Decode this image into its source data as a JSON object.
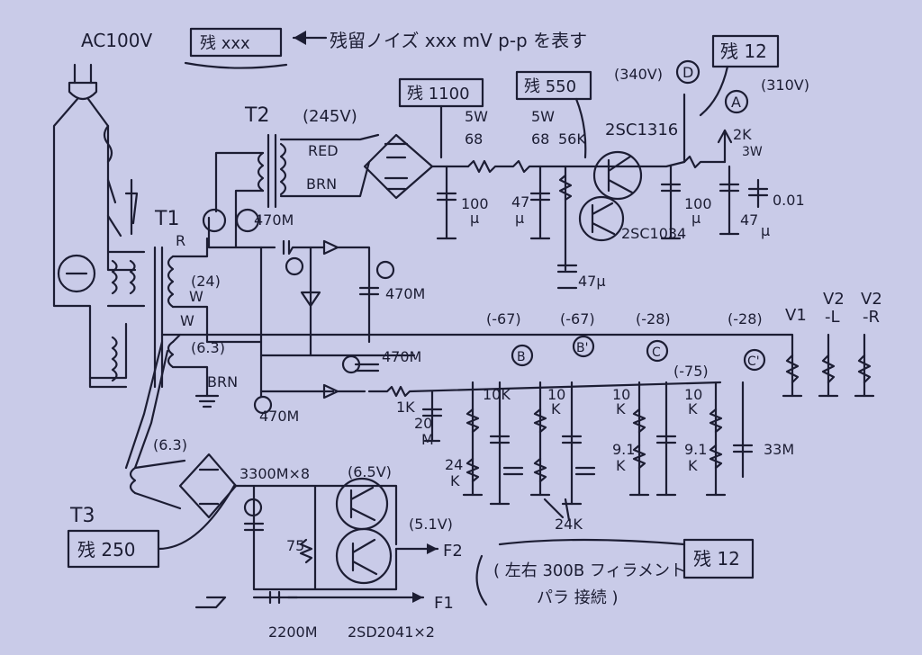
{
  "header": {
    "supply": "AC100V",
    "noise_box": "残 xxx",
    "noise_note": "残留ノイズ xxx mV p-p を表す"
  },
  "boxes": {
    "r1100": "残 1100",
    "r550": "残 550",
    "r12_top": "残 12",
    "r250": "残 250",
    "r12_bottom": "残 12"
  },
  "transformers": {
    "t2": "T2",
    "t2_v": "(245V)",
    "red": "RED",
    "brn": "BRN",
    "t1": "T1",
    "r": "R",
    "w1": "W",
    "w2": "W",
    "v24": "(24)",
    "v63a": "(6.3)",
    "brn2": "BRN",
    "t3": "T3",
    "v63b": "(6.3)"
  },
  "hv": {
    "v340": "(340V)",
    "v310": "(310V)",
    "r5w_a": "5W",
    "r68_a": "68",
    "r5w_b": "5W",
    "r68_b": "68",
    "r56k": "56K",
    "q_a": "2SC1316",
    "q_b": "2SC1034",
    "r2k": "2K",
    "r3w": "3W",
    "c100a": "100",
    "c_mu_a": "μ",
    "c47a": "47",
    "c_mu_b": "μ",
    "c100b": "100",
    "c_mu_c": "μ",
    "c47b": "47",
    "c_mu_d": "μ",
    "c001": "0.01",
    "c47c": "47μ"
  },
  "nodes": {
    "D": "D",
    "A": "A",
    "B": "B",
    "Bp": "B'",
    "C": "C",
    "Cp": "C'"
  },
  "bias": {
    "c470a": "470M",
    "c470b": "470M",
    "c470c": "470M",
    "c470d": "470M",
    "v67a": "(-67)",
    "v67b": "(-67)",
    "v28a": "(-28)",
    "v28b": "(-28)",
    "v75": "(-75)",
    "r1k": "1K",
    "c20": "20",
    "c20mu": "M",
    "r10ka": "10K",
    "r10kb": "10",
    "r10kb2": "K",
    "r10kc": "10",
    "r10kc2": "K",
    "r10kd": "10",
    "r10kd2": "K",
    "r24ka": "24",
    "r24ka2": "K",
    "r24kb": "24K",
    "r91a": "9.1",
    "r91a2": "K",
    "r91b": "9.1",
    "r91b2": "K",
    "c33": "33M",
    "v1": "V1",
    "v2l": "V2",
    "v2l2": "-L",
    "v2r": "V2",
    "v2r2": "-R"
  },
  "fil": {
    "c3300": "3300M×8",
    "v65": "(6.5V)",
    "v51": "(5.1V)",
    "r75": "75",
    "f2": "F2",
    "f1": "F1",
    "c2200": "2200M",
    "q": "2SD2041×2",
    "note1": "( 左右 300B フィラメント",
    "note2": "パラ 接続 )"
  }
}
